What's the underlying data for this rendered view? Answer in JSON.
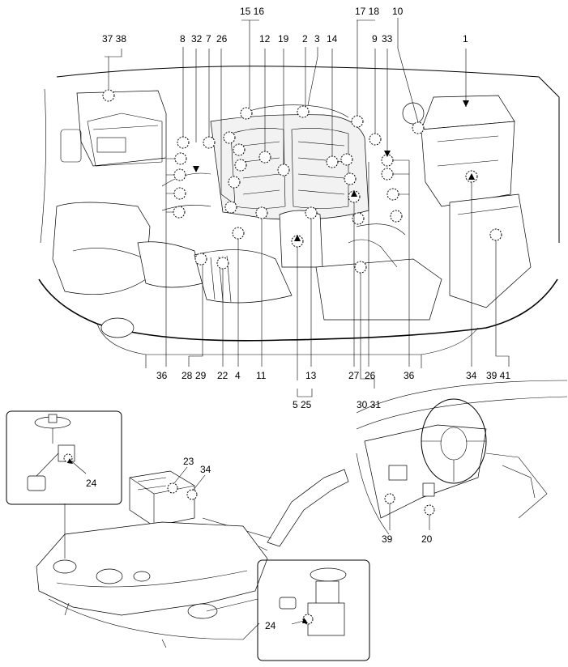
{
  "engine_callouts_top": [
    {
      "id": "c-37-38",
      "text": "37 38"
    },
    {
      "id": "c-8",
      "text": "8"
    },
    {
      "id": "c-32",
      "text": "32"
    },
    {
      "id": "c-7",
      "text": "7"
    },
    {
      "id": "c-26a",
      "text": "26"
    },
    {
      "id": "c-15-16",
      "text": "15 16"
    },
    {
      "id": "c-12",
      "text": "12"
    },
    {
      "id": "c-19",
      "text": "19"
    },
    {
      "id": "c-2",
      "text": "2"
    },
    {
      "id": "c-3",
      "text": "3"
    },
    {
      "id": "c-14",
      "text": "14"
    },
    {
      "id": "c-17-18",
      "text": "17 18"
    },
    {
      "id": "c-9",
      "text": "9"
    },
    {
      "id": "c-33",
      "text": "33"
    },
    {
      "id": "c-10",
      "text": "10"
    },
    {
      "id": "c-1",
      "text": "1"
    }
  ],
  "engine_callouts_bottom": [
    {
      "id": "c-36a",
      "text": "36"
    },
    {
      "id": "c-28",
      "text": "28"
    },
    {
      "id": "c-29",
      "text": "29"
    },
    {
      "id": "c-22",
      "text": "22"
    },
    {
      "id": "c-4",
      "text": "4"
    },
    {
      "id": "c-11",
      "text": "11"
    },
    {
      "id": "c-13",
      "text": "13"
    },
    {
      "id": "c-27",
      "text": "27"
    },
    {
      "id": "c-26b",
      "text": "26"
    },
    {
      "id": "c-36b",
      "text": "36"
    },
    {
      "id": "c-34a",
      "text": "34"
    },
    {
      "id": "c-39-41",
      "text": "39 41"
    },
    {
      "id": "c-5-25",
      "text": "5 25"
    },
    {
      "id": "c-30-31",
      "text": "30 31"
    }
  ],
  "fuel_callouts": [
    {
      "id": "f-23",
      "text": "23"
    },
    {
      "id": "f-34",
      "text": "34"
    },
    {
      "id": "f-24a",
      "text": "24"
    },
    {
      "id": "f-24b",
      "text": "24"
    }
  ],
  "cabin_callouts": [
    {
      "id": "d-39",
      "text": "39"
    },
    {
      "id": "d-20",
      "text": "20"
    }
  ]
}
